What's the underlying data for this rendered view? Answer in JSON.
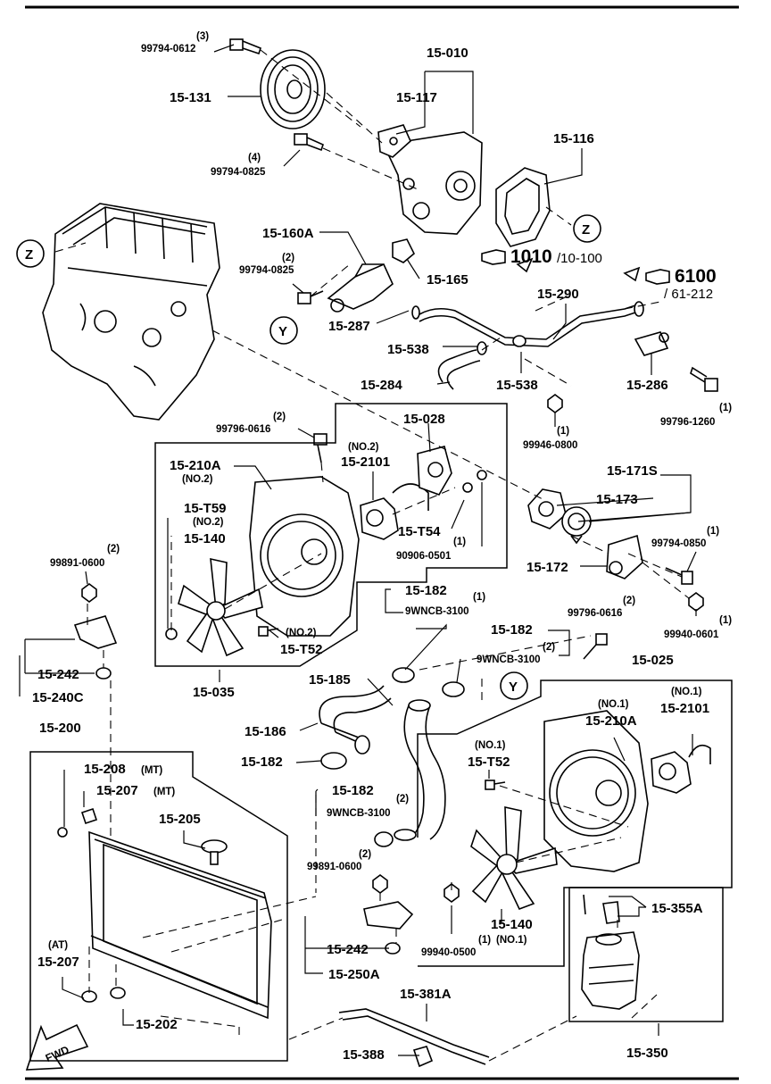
{
  "diagram": {
    "labels": {
      "qty_3": "(3)",
      "bolt_99794_0612": "99794-0612",
      "p15_010": "15-010",
      "p15_117": "15-117",
      "p15_131": "15-131",
      "p15_116": "15-116",
      "qty_4": "(4)",
      "bolt_99794_0825a": "99794-0825",
      "z_mark_1": "Z",
      "z_mark_2": "Z",
      "p15_160a": "15-160A",
      "qty_2a": "(2)",
      "bolt_99794_0825b": "99794-0825",
      "p15_165": "15-165",
      "ref_1010": "1010",
      "ref_1010_sub": "/10-100",
      "ref_6100": "6100",
      "ref_6100_sub": "/ 61-212",
      "p15_290": "15-290",
      "p15_287": "15-287",
      "y_mark_1": "Y",
      "p15_538a": "15-538",
      "p15_284": "15-284",
      "p15_538b": "15-538",
      "p15_286": "15-286",
      "qty_1a": "(1)",
      "bolt_99796_1260": "99796-1260",
      "qty_2b": "(2)",
      "bolt_99796_0616a": "99796-0616",
      "p15_028": "15-028",
      "qty_1b": "(1)",
      "nut_99946_0800": "99946-0800",
      "p15_210a_l": "15-210A",
      "no2_a": "(NO.2)",
      "no2_b": "(NO.2)",
      "p15_2101_l": "15-2101",
      "p15_t59": "15-T59",
      "no2_c": "(NO.2)",
      "p15_140_l": "15-140",
      "p15_t54": "15-T54",
      "qty_1c": "(1)",
      "p90906_0501": "90906-0501",
      "p15_171s": "15-171S",
      "p15_173": "15-173",
      "qty_1d": "(1)",
      "bolt_99794_0850": "99794-0850",
      "p15_172": "15-172",
      "qty_2c": "(2)",
      "nut_99891_0600a": "99891-0600",
      "p15_182a": "15-182",
      "qty_1e": "(1)",
      "clamp_9wncb_3100a": "9WNCB-3100",
      "no2_d": "(NO.2)",
      "p15_t52_l": "15-T52",
      "qty_2d": "(2)",
      "bolt_99796_0616b": "99796-0616",
      "qty_1f": "(1)",
      "nut_99940_0601": "99940-0601",
      "p15_182b": "15-182",
      "qty_2e": "(2)",
      "clamp_9wncb_3100b": "9WNCB-3100",
      "p15_242a": "15-242",
      "p15_240c": "15-240C",
      "p15_035": "15-035",
      "p15_185": "15-185",
      "y_mark_2": "Y",
      "p15_025": "15-025",
      "p15_200": "15-200",
      "p15_186": "15-186",
      "no1_a": "(NO.1)",
      "p15_210a_r": "15-210A",
      "no1_b": "(NO.1)",
      "p15_2101_r": "15-2101",
      "p15_208": "15-208",
      "mt_a": "(MT)",
      "p15_207_mt": "15-207",
      "mt_b": "(MT)",
      "p15_182c": "15-182",
      "no1_c": "(NO.1)",
      "p15_t52_r": "15-T52",
      "p15_182d": "15-182",
      "qty_2f": "(2)",
      "clamp_9wncb_3100c": "9WNCB-3100",
      "p15_205": "15-205",
      "qty_2g": "(2)",
      "nut_99891_0600b": "99891-0600",
      "p15_355a": "15-355A",
      "at": "(AT)",
      "p15_207_at": "15-207",
      "p15_242b": "15-242",
      "p15_250a": "15-250A",
      "p15_140_r": "15-140",
      "no1_d": "(NO.1)",
      "qty_1g": "(1)",
      "nut_99940_0500": "99940-0500",
      "p15_381a": "15-381A",
      "p15_202": "15-202",
      "p15_388": "15-388",
      "p15_350": "15-350",
      "fwd": "FWD"
    }
  }
}
